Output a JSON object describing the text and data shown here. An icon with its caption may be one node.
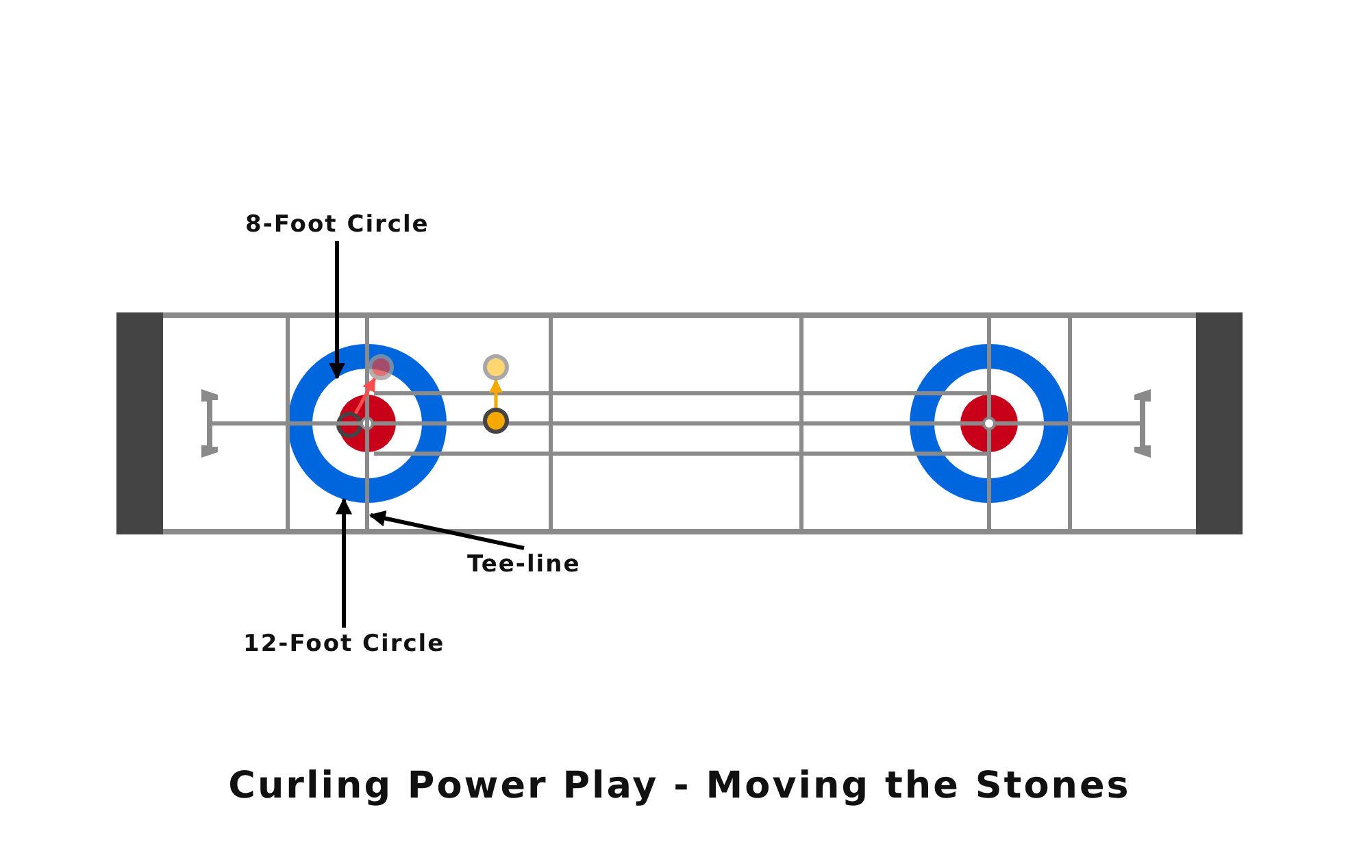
{
  "diagram": {
    "caption": "Curling Power Play - Moving the Stones",
    "nodes": [
      {
        "text": [
          "8-Foot Circle"
        ]
      },
      {
        "text": [],
        "shape": "circle",
        "in": 3
      },
      {
        "text": [
          "12-Foot Circle"
        ]
      },
      {
        "text": [],
        "shape": "circle"
      },
      {
        "text": [
          "Tee-line"
        ]
      },
      {
        "text": [],
        "shape": "bar"
      },
      {
        "text": [],
        "shape": "circle",
        "in": 1
      },
      {
        "text": [],
        "shape": "circle",
        "in": 3
      },
      {
        "text": [],
        "shape": "circle"
      },
      {
        "text": [],
        "shape": "circle"
      },
      {
        "text": [],
        "shape": "circle"
      },
      {
        "text": [],
        "shape": "circle",
        "in": 10
      }
    ],
    "edges": [
      {
        "from": 0,
        "to": 1,
        "arrow": "to"
      },
      {
        "from": 2,
        "to": 3,
        "arrow": "to"
      },
      {
        "from": 4,
        "to": 5,
        "arrow": "to"
      },
      {
        "from": 6,
        "to": 7,
        "arrow": "to",
        "color": "#ff4d4d"
      },
      {
        "from": 9,
        "to": 8,
        "arrow": "to",
        "color": "#f5a800"
      }
    ]
  }
}
